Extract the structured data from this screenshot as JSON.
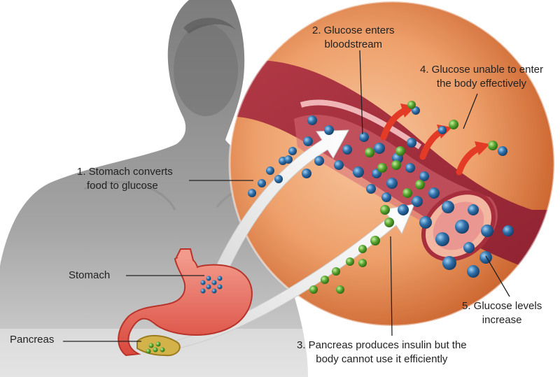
{
  "labels": {
    "step1": [
      "1. Stomach converts",
      "food to glucose"
    ],
    "step2": [
      "2. Glucose enters",
      "bloodstream"
    ],
    "step3": [
      "3. Pancreas produces insulin but the",
      "body cannot use it efficiently"
    ],
    "step4": [
      "4. Glucose unable to enter",
      "the body effectively"
    ],
    "step5": [
      "5. Glucose levels",
      "increase"
    ],
    "stomach": "Stomach",
    "pancreas": "Pancreas"
  },
  "colors": {
    "silhouette": "#8f8f8f",
    "circle_inner": "#f4b486",
    "circle_outer": "#c85a24",
    "vessel": "#a72e3d",
    "glucose": "#2f6fa8",
    "insulin": "#5aa531",
    "exit_arrow": "#e33b25"
  }
}
